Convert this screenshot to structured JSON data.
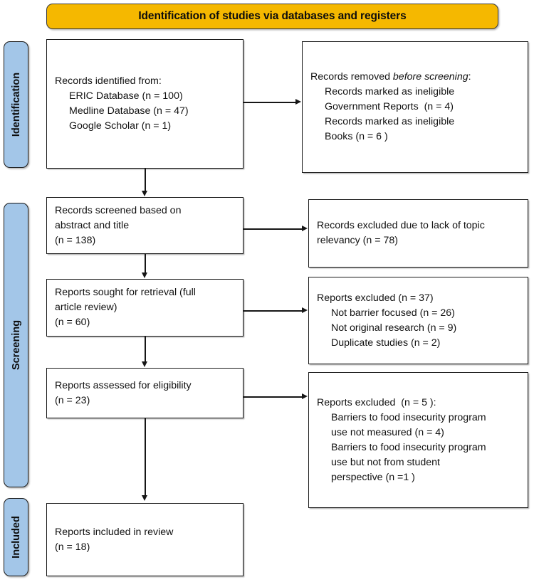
{
  "diagram": {
    "title": "Identification of studies via databases and registers",
    "colors": {
      "banner": "#f5b800",
      "stage_pill": "#a3c6e8",
      "box_border": "#1a1a1a",
      "text": "#111111"
    }
  },
  "stages": [
    {
      "id": "identification",
      "label": "Identification"
    },
    {
      "id": "screening",
      "label": "Screening"
    },
    {
      "id": "included",
      "label": "Included"
    }
  ],
  "boxes": {
    "identified": {
      "lines": [
        {
          "text": "Records identified from:",
          "indent": false
        },
        {
          "text": "ERIC Database (n = 100)",
          "indent": true
        },
        {
          "text": "Medline Database (n = 47)",
          "indent": true
        },
        {
          "text": "Google Scholar (n = 1)",
          "indent": true
        }
      ]
    },
    "removed_before_screening": {
      "lines": [
        {
          "text_prefix": "Records removed ",
          "text_italic": "before screening",
          "text_suffix": ":",
          "indent": false
        },
        {
          "text": "Records marked as ineligible",
          "indent": true
        },
        {
          "text": "Government Reports  (n = 4)",
          "indent": true
        },
        {
          "text": "Records marked as ineligible",
          "indent": true
        },
        {
          "text": "Books (n = 6 )",
          "indent": true
        }
      ]
    },
    "screened": {
      "lines": [
        {
          "text": "Records screened based on",
          "indent": false
        },
        {
          "text": "abstract and title",
          "indent": false
        },
        {
          "text": "(n = 138)",
          "indent": false
        }
      ]
    },
    "excluded_topic": {
      "lines": [
        {
          "text": "Records excluded due to lack of topic",
          "indent": false
        },
        {
          "text": "relevancy (n = 78)",
          "indent": false
        }
      ]
    },
    "sought_retrieval": {
      "lines": [
        {
          "text": "Reports sought for retrieval (full",
          "indent": false
        },
        {
          "text": "article review)",
          "indent": false
        },
        {
          "text": "(n = 60)",
          "indent": false
        }
      ]
    },
    "reports_excluded_37": {
      "lines": [
        {
          "text": "Reports excluded (n = 37)",
          "indent": false
        },
        {
          "text": "Not barrier focused (n = 26)",
          "indent": true
        },
        {
          "text": "Not original research (n = 9)",
          "indent": true
        },
        {
          "text": "Duplicate studies (n = 2)",
          "indent": true
        }
      ]
    },
    "assessed_eligibility": {
      "lines": [
        {
          "text": "Reports assessed for eligibility",
          "indent": false
        },
        {
          "text": "(n = 23)",
          "indent": false
        }
      ]
    },
    "reports_excluded_5": {
      "lines": [
        {
          "text": "Reports excluded  (n = 5 ):",
          "indent": false
        },
        {
          "text": "Barriers to food insecurity program",
          "indent": true
        },
        {
          "text": "use not measured (n = 4)",
          "indent": true
        },
        {
          "text": "Barriers to food insecurity program",
          "indent": true
        },
        {
          "text": "use but not from student",
          "indent": true
        },
        {
          "text": "perspective (n =1 )",
          "indent": true
        }
      ]
    },
    "included_review": {
      "lines": [
        {
          "text": "Reports included in review",
          "indent": false
        },
        {
          "text": "(n = 18)",
          "indent": false
        }
      ]
    }
  }
}
